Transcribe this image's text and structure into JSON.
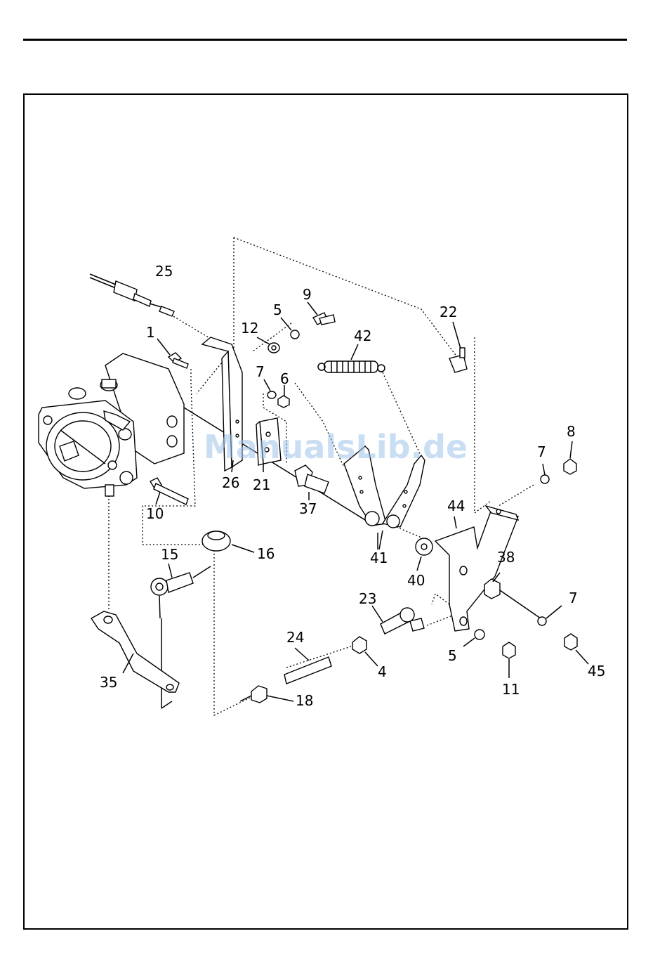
{
  "watermark": "ManualsLib.de",
  "labels": {
    "l1": "1",
    "l4": "4",
    "l5a": "5",
    "l5b": "5",
    "l6": "6",
    "l7a": "7",
    "l7b": "7",
    "l7c": "7",
    "l8": "8",
    "l9": "9",
    "l10": "10",
    "l11": "11",
    "l12": "12",
    "l15": "15",
    "l16": "16",
    "l18": "18",
    "l21": "21",
    "l22": "22",
    "l23": "23",
    "l24": "24",
    "l25": "25",
    "l26": "26",
    "l35": "35",
    "l37": "37",
    "l38": "38",
    "l40": "40",
    "l41": "41",
    "l42": "42",
    "l44": "44",
    "l45": "45"
  }
}
